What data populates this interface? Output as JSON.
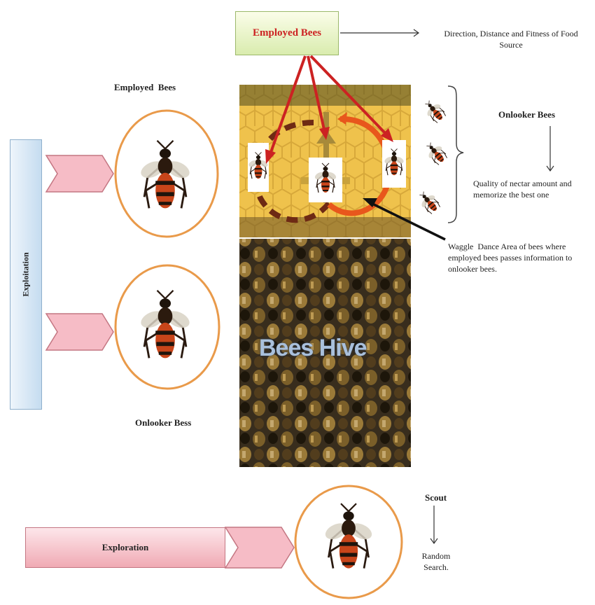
{
  "employed_box": {
    "label": "Employed  Bees"
  },
  "food_source_text": {
    "line1": "Direction, Distance and Fitness of Food",
    "line2": "Source"
  },
  "employed_bees_label": "Employed  Bees",
  "onlooker_bess_label": "Onlooker Bess",
  "exploitation_label": "Exploitation",
  "onlooker_bees_title": "Onlooker Bees",
  "nectar_text": {
    "line1": "Quality of nectar amount and",
    "line2": "memorize the best one"
  },
  "waggle_text": {
    "line1": "Waggle  Dance Area of bees where",
    "line2": "employed bees passes information to",
    "line3": "onlooker bees."
  },
  "hive_label": "Bees Hive",
  "exploration_label": "Exploration",
  "scout_label": "Scout",
  "random_search": {
    "line1": "Random",
    "line2": "Search."
  },
  "colors": {
    "arrow_red": "#cc2222",
    "ellipse_orange": "#e99a4a",
    "hive_dark": "#3a3a1a"
  }
}
